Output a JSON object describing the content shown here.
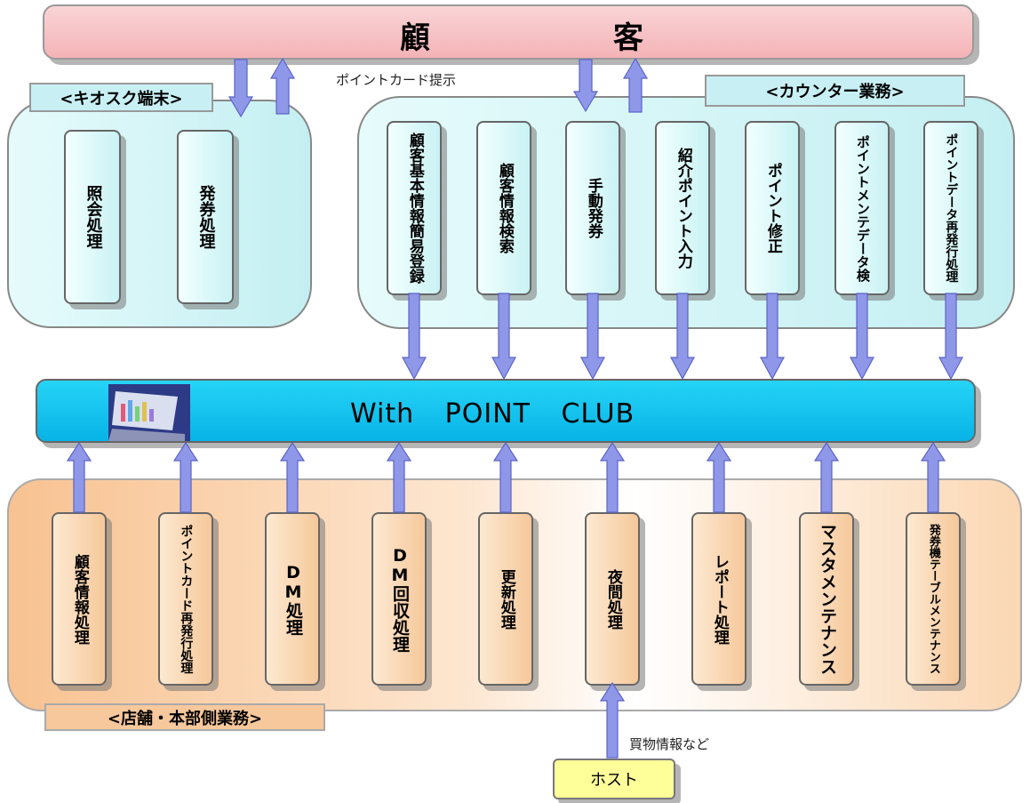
{
  "customer": {
    "char1": "顧",
    "char2": "客"
  },
  "kiosk": {
    "label": "<キオスク端末>",
    "items": [
      {
        "label": "照会処理"
      },
      {
        "label": "発券処理"
      }
    ]
  },
  "card_present_label": "ポイントカード提示",
  "counter": {
    "label": "<カウンター業務>",
    "items": [
      {
        "label": "顧客基本情報簡易登録"
      },
      {
        "label": "顧客情報検索"
      },
      {
        "label": "手動発券"
      },
      {
        "label": "紹介ポイント入力"
      },
      {
        "label": "ポイント修正"
      },
      {
        "label": "ポイントメンテデータ検"
      },
      {
        "label": "ポイントデータ再発行処理"
      }
    ]
  },
  "system": {
    "title": "With POINT CLUB",
    "logo_icon": "computer-screen-icon"
  },
  "store": {
    "label": "<店舗・本部側業務>",
    "items": [
      {
        "label": "顧客情報処理"
      },
      {
        "label": "ポイントカード再発行処理"
      },
      {
        "label": "DM処理"
      },
      {
        "label": "DM回収処理"
      },
      {
        "label": "更新処理"
      },
      {
        "label": "夜間処理"
      },
      {
        "label": "レポート処理"
      },
      {
        "label": "マスタメンテナンス"
      },
      {
        "label": "発券機テーブルメンテナンス"
      }
    ]
  },
  "purchase_label": "買物情報など",
  "host": {
    "label": "ホスト"
  },
  "colors": {
    "arrow_fill": "#8f97e8",
    "arrow_stroke": "#5b64c8",
    "system_bar": "#12c3ee",
    "customer_bar": "#f6bfc1",
    "host_box": "#ffff99"
  }
}
